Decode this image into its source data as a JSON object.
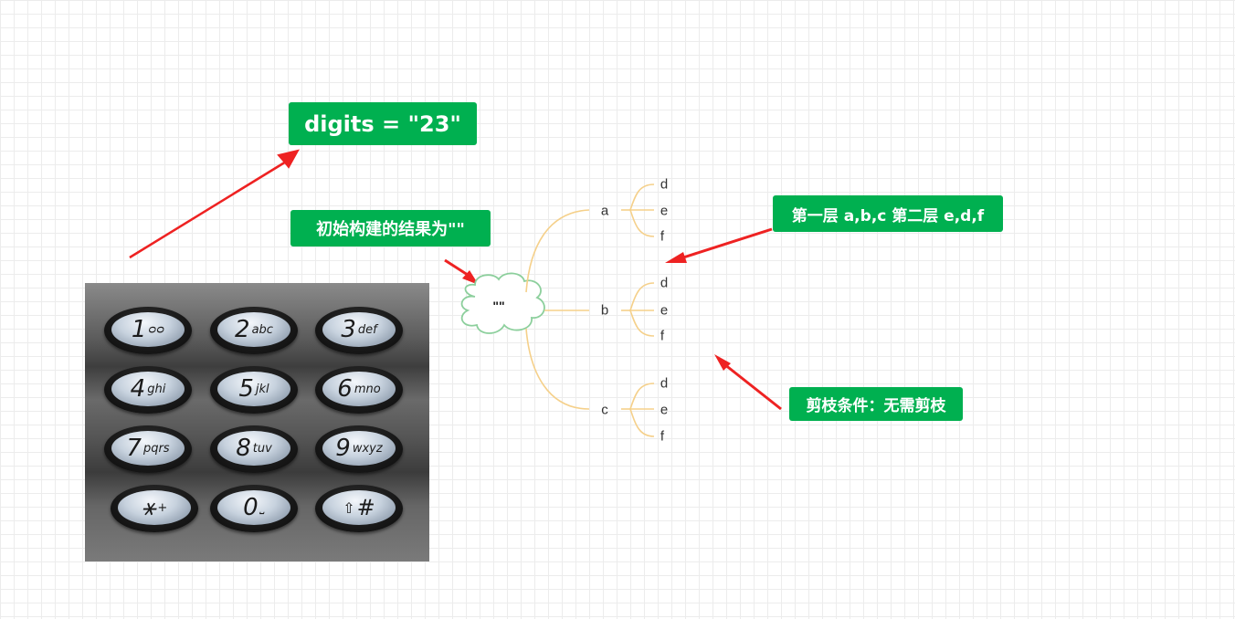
{
  "labels": {
    "digits": "digits = \"23\"",
    "init_result": "初始构建的结果为\"\"",
    "layers": "第一层 a,b,c 第二层 e,d,f",
    "prune": "剪枝条件：无需剪枝"
  },
  "tree": {
    "root": "\"\"",
    "branches": [
      {
        "letter": "a",
        "children": [
          "d",
          "e",
          "f"
        ]
      },
      {
        "letter": "b",
        "children": [
          "d",
          "e",
          "f"
        ]
      },
      {
        "letter": "c",
        "children": [
          "d",
          "e",
          "f"
        ]
      }
    ]
  },
  "keypad": {
    "keys": [
      {
        "digit": "1",
        "letters": "ᴑᴑ"
      },
      {
        "digit": "2",
        "letters": "abc"
      },
      {
        "digit": "3",
        "letters": "def"
      },
      {
        "digit": "4",
        "letters": "ghi"
      },
      {
        "digit": "5",
        "letters": "jkl"
      },
      {
        "digit": "6",
        "letters": "mno"
      },
      {
        "digit": "7",
        "letters": "pqrs"
      },
      {
        "digit": "8",
        "letters": "tuv"
      },
      {
        "digit": "9",
        "letters": "wxyz"
      },
      {
        "digit": "⚹",
        "letters": "+"
      },
      {
        "digit": "0",
        "letters": "⎵"
      },
      {
        "digit": "⇧",
        "letters": "#"
      }
    ]
  },
  "colors": {
    "label_bg": "#00b050",
    "arrow": "#ee2222",
    "branch_line": "#f5d08a",
    "cloud_stroke": "#8ccf9c"
  }
}
